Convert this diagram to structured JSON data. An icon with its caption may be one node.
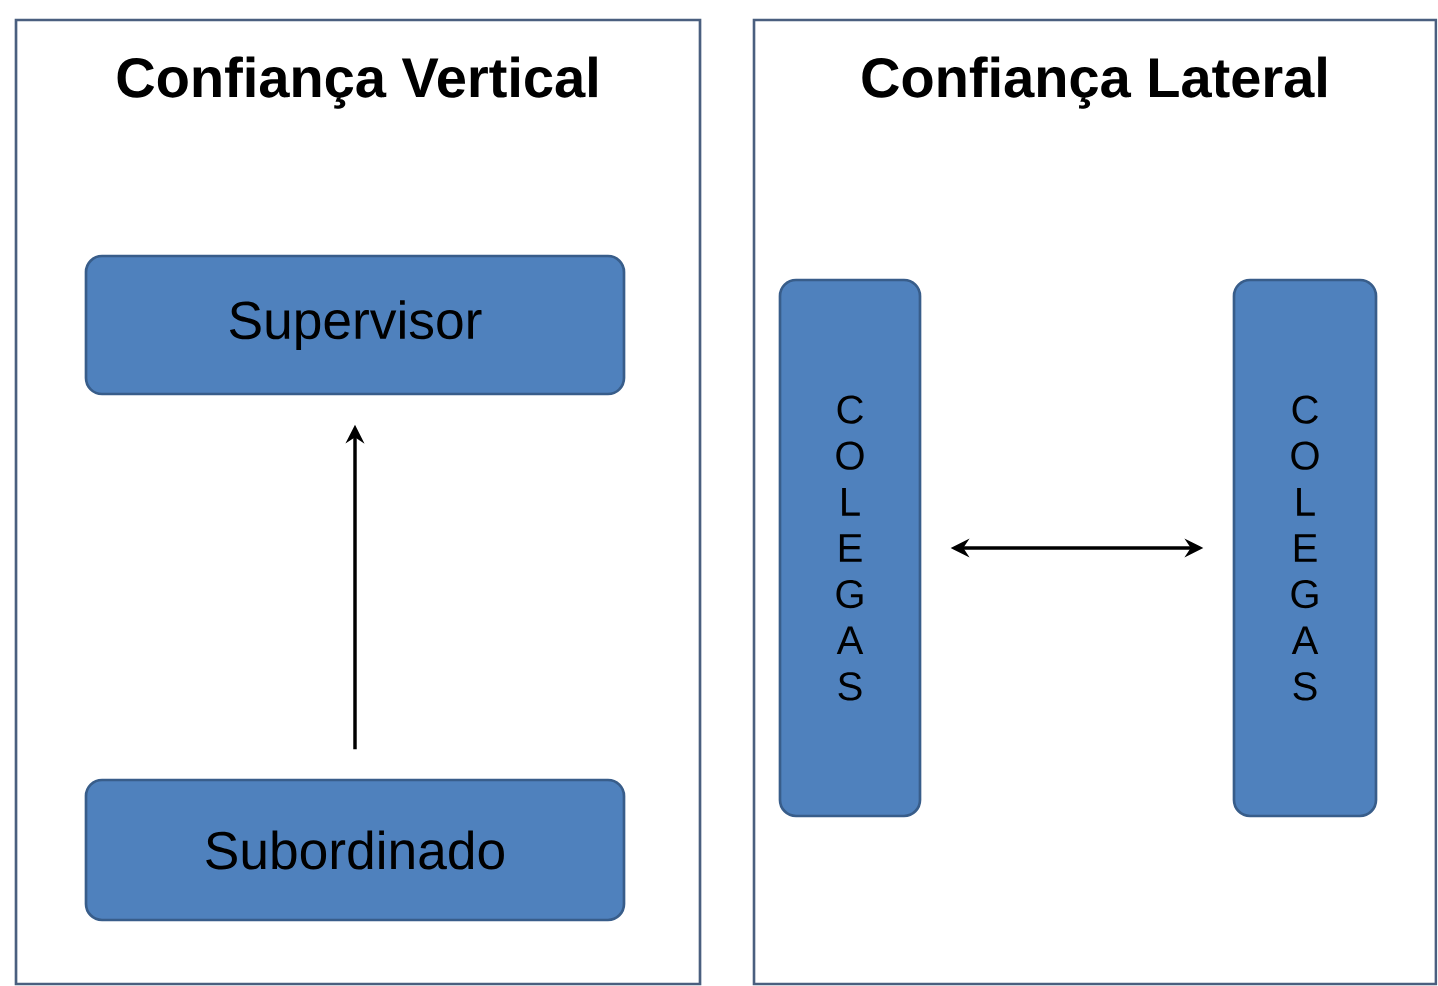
{
  "diagram": {
    "nodes": [
      {
        "text": [
          "Confiança Vertical"
        ]
      },
      {
        "text": [
          "Supervisor"
        ],
        "in": 0
      },
      {
        "text": [
          "Subordinado"
        ],
        "in": 0
      },
      {
        "text": [
          "Confiança Lateral"
        ]
      },
      {
        "text": [
          "C O L E G A S"
        ],
        "in": 3
      },
      {
        "text": [
          "C O L E G A S"
        ],
        "in": 3
      }
    ],
    "edges": [
      {
        "from": 2,
        "to": 1,
        "arrow": "to"
      },
      {
        "from": 4,
        "to": 5,
        "arrow": "both"
      }
    ]
  }
}
